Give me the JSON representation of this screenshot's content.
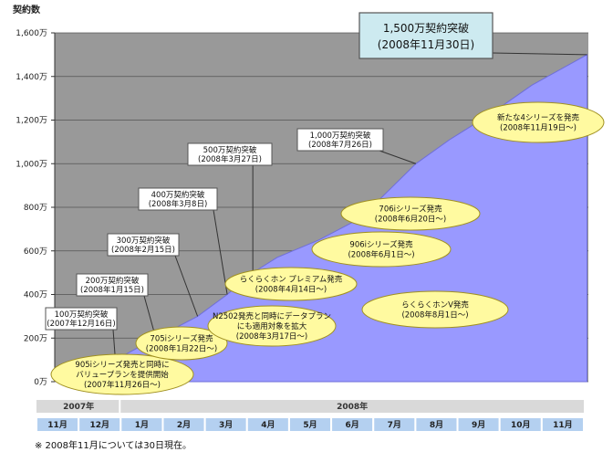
{
  "chart_data": {
    "type": "area",
    "ylabel": "契約数",
    "yticks": [
      "0万",
      "200万",
      "400万",
      "600万",
      "800万",
      "1,000万",
      "1,200万",
      "1,400万",
      "1,600万"
    ],
    "ylim": [
      0,
      1600
    ],
    "grid": true,
    "x": [
      "2007-11-01",
      "2007-11-26",
      "2007-12-16",
      "2008-01-15",
      "2008-02-15",
      "2008-03-08",
      "2008-03-27",
      "2008-04-14",
      "2008-05-15",
      "2008-06-15",
      "2008-07-26",
      "2008-08-20",
      "2008-09-20",
      "2008-10-20",
      "2008-11-30"
    ],
    "series": [
      {
        "values": [
          0,
          50,
          100,
          200,
          300,
          400,
          500,
          570,
          650,
          750,
          1000,
          1110,
          1230,
          1360,
          1500
        ]
      }
    ],
    "year_labels": [
      "2007年",
      "2008年"
    ],
    "months_2007": [
      "11月",
      "12月"
    ],
    "months_2008": [
      "1月",
      "2月",
      "3月",
      "4月",
      "5月",
      "6月",
      "7月",
      "8月",
      "9月",
      "10月",
      "11月"
    ],
    "milestones": [
      {
        "title": "100万契約突破",
        "date": "(2007年12月16日)",
        "value": 100,
        "xdate": "2007-12-16"
      },
      {
        "title": "200万契約突破",
        "date": "(2008年1月15日)",
        "value": 200,
        "xdate": "2008-01-15"
      },
      {
        "title": "300万契約突破",
        "date": "(2008年2月15日)",
        "value": 300,
        "xdate": "2008-02-15"
      },
      {
        "title": "400万契約突破",
        "date": "(2008年3月8日)",
        "value": 400,
        "xdate": "2008-03-08"
      },
      {
        "title": "500万契約突破",
        "date": "(2008年3月27日)",
        "value": 500,
        "xdate": "2008-03-27"
      },
      {
        "title": "1,000万契約突破",
        "date": "(2008年7月26日)",
        "value": 1000,
        "xdate": "2008-07-26"
      }
    ],
    "headline": {
      "line1": "1,500万契約突破",
      "line2": "(2008年11月30日)"
    },
    "events": [
      {
        "lines": [
          "905iシリーズ発売と同時に",
          "バリュープランを提供開始",
          "(2007年11月26日〜)"
        ]
      },
      {
        "lines": [
          "705iシリーズ発売",
          "(2008年1月22日〜)"
        ]
      },
      {
        "lines": [
          "N2502発売と同時にデータプラン",
          "にも適用対象を拡大",
          "(2008年3月17日〜)"
        ]
      },
      {
        "lines": [
          "らくらくホン プレミアム発売",
          "(2008年4月14日〜)"
        ]
      },
      {
        "lines": [
          "906iシリーズ発売",
          "(2008年6月1日〜)"
        ]
      },
      {
        "lines": [
          "706iシリーズ発売",
          "(2008年6月20日〜)"
        ]
      },
      {
        "lines": [
          "らくらくホンV発売",
          "(2008年8月1日〜)"
        ]
      },
      {
        "lines": [
          "新たな4シリーズを発売",
          "(2008年11月19日〜)"
        ]
      }
    ],
    "area_color": "#9999ff",
    "plot_bg": "#999999"
  },
  "footnote": "※ 2008年11月については30日現在。"
}
